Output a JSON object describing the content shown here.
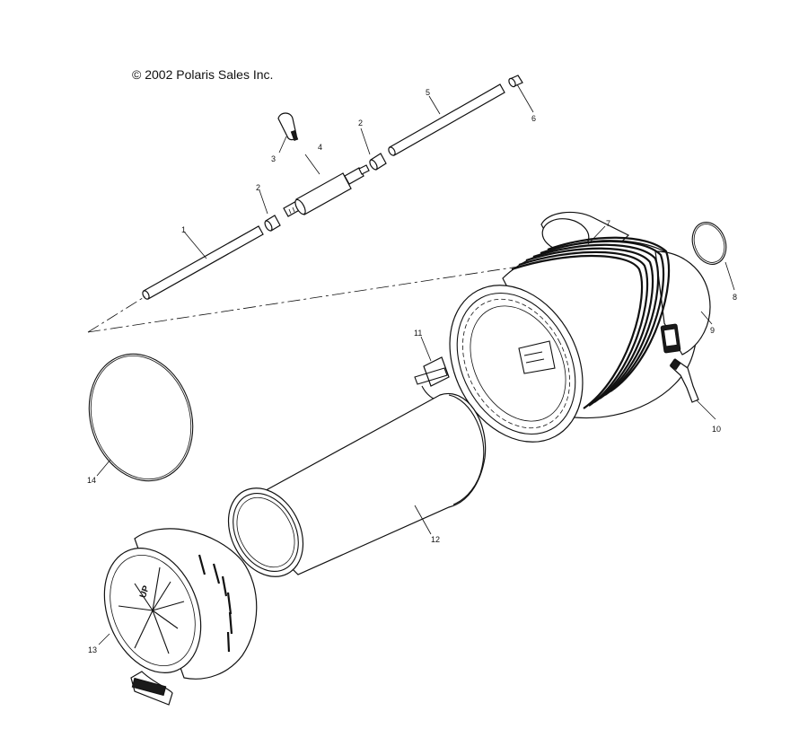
{
  "copyright": "© 2002 Polaris Sales Inc.",
  "callouts": [
    {
      "id": "1",
      "label": "1"
    },
    {
      "id": "2a",
      "label": "2"
    },
    {
      "id": "2b",
      "label": "2"
    },
    {
      "id": "3",
      "label": "3"
    },
    {
      "id": "4",
      "label": "4"
    },
    {
      "id": "5",
      "label": "5"
    },
    {
      "id": "6",
      "label": "6"
    },
    {
      "id": "7",
      "label": "7"
    },
    {
      "id": "8",
      "label": "8"
    },
    {
      "id": "9",
      "label": "9"
    },
    {
      "id": "10",
      "label": "10"
    },
    {
      "id": "11",
      "label": "11"
    },
    {
      "id": "12",
      "label": "12"
    },
    {
      "id": "13",
      "label": "13"
    },
    {
      "id": "14",
      "label": "14"
    }
  ],
  "cover_text": "UP"
}
